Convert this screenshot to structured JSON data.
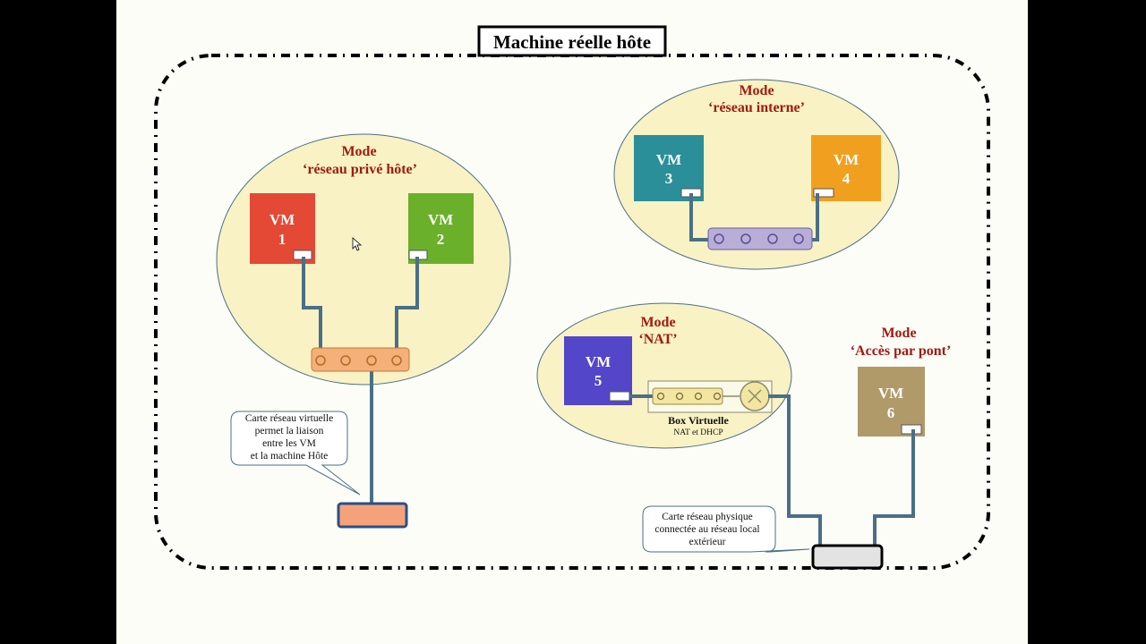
{
  "title": "Machine réelle hôte",
  "colors": {
    "mode_label": "#a01a10",
    "zone_fill": "#f8f2c4",
    "cable": "#4a6f86",
    "vm1": "#e34934",
    "vm2": "#6bb02a",
    "vm3": "#2a8f99",
    "vm4": "#f0a01e",
    "vm5": "#5346c9",
    "vm6": "#b09a6a"
  },
  "zones": {
    "host_only": {
      "mode": "Mode",
      "name": "‘réseau privé hôte’",
      "vm_a": {
        "label": "VM",
        "num": "1"
      },
      "vm_b": {
        "label": "VM",
        "num": "2"
      }
    },
    "internal": {
      "mode": "Mode",
      "name": "‘réseau interne’",
      "vm_a": {
        "label": "VM",
        "num": "3"
      },
      "vm_b": {
        "label": "VM",
        "num": "4"
      }
    },
    "nat": {
      "mode": "Mode",
      "name": "‘NAT’",
      "vm": {
        "label": "VM",
        "num": "5"
      },
      "box_title": "Box Virtuelle",
      "box_sub": "NAT et DHCP"
    },
    "bridge": {
      "mode": "Mode",
      "name": "‘Accès par pont’",
      "vm": {
        "label": "VM",
        "num": "6"
      }
    }
  },
  "callouts": {
    "virtual_card": [
      "Carte réseau virtuelle",
      "permet la liaison",
      "entre les VM",
      "et la machine Hôte"
    ],
    "physical_card": [
      "Carte réseau physique",
      "connectée au réseau local",
      "extérieur"
    ]
  }
}
